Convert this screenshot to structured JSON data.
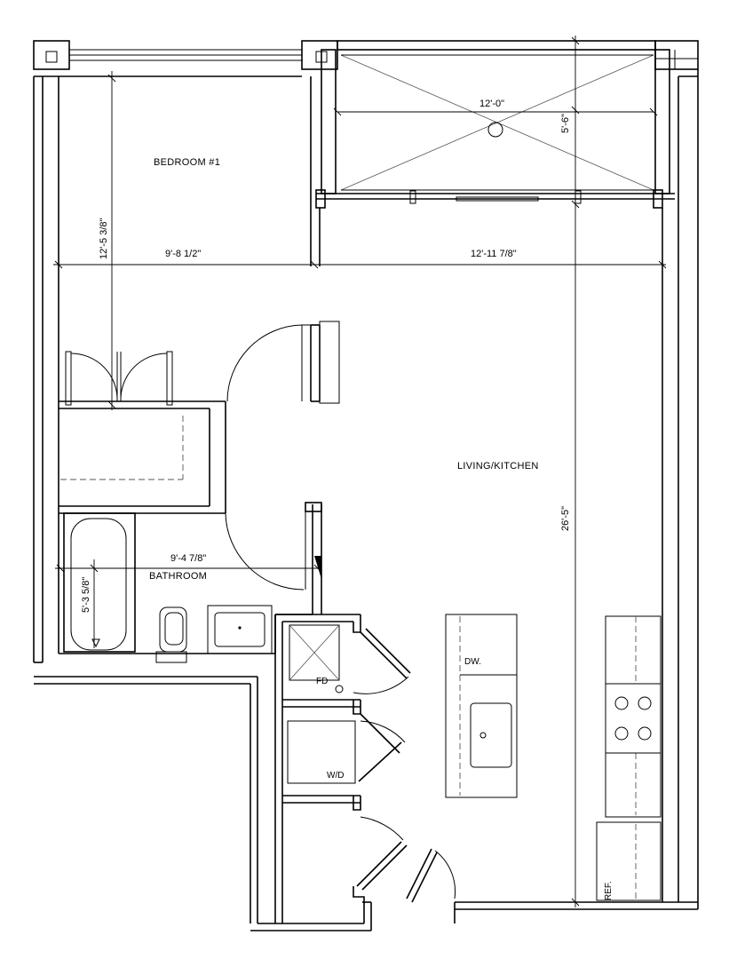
{
  "rooms": {
    "bedroom": "BEDROOM #1",
    "living": "LIVING/KITCHEN",
    "bathroom": "BATHROOM"
  },
  "dimensions": {
    "balcony_width": "12'-0\"",
    "balcony_depth": "5'-6\"",
    "bedroom_depth": "12'-5 3/8\"",
    "bedroom_width": "9'-8 1/2\"",
    "living_width": "12'-11 7/8\"",
    "living_depth": "26'-5\"",
    "bath_width": "9'-4 7/8\"",
    "bath_depth": "5'-3 5/8\""
  },
  "fixtures": {
    "dishwasher": "DW.",
    "fd": "FD",
    "washer_dryer": "W/D",
    "refrigerator": "REF."
  }
}
